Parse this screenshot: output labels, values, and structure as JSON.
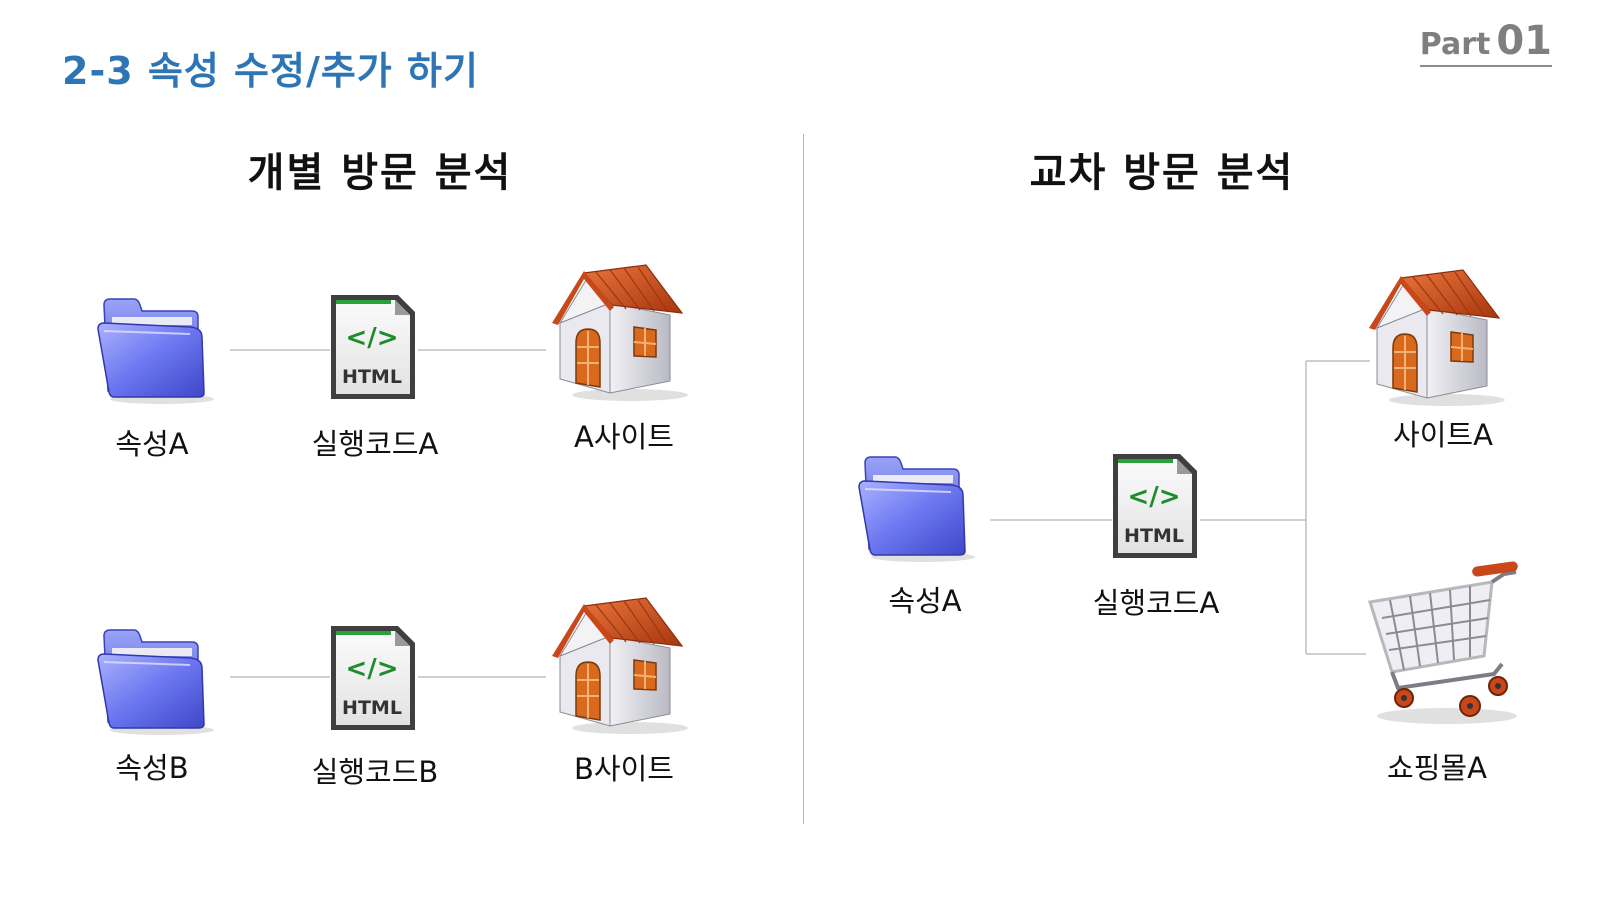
{
  "header": {
    "title": "2-3 속성 수정/추가 하기",
    "part_word": "Part",
    "part_number": "01"
  },
  "colors": {
    "title": "#2E75B6",
    "folder": "#5b68e6",
    "roof": "#d2541e",
    "html_code": "#1e8c2d",
    "connector": "#bfbfbf"
  },
  "left_section": {
    "title": "개별 방문 분석",
    "rows": [
      {
        "property": "속성A",
        "code": "실행코드A",
        "site": "A사이트"
      },
      {
        "property": "속성B",
        "code": "실행코드B",
        "site": "B사이트"
      }
    ]
  },
  "right_section": {
    "title": "교차 방문 분석",
    "property": "속성A",
    "code": "실행코드A",
    "targets": [
      "사이트A",
      "쇼핑몰A"
    ]
  },
  "icons": {
    "property": "folder-icon",
    "code": "html-file-icon",
    "site": "house-icon",
    "shop": "shopping-cart-icon",
    "html_symbol": "</>",
    "html_text": "HTML"
  }
}
